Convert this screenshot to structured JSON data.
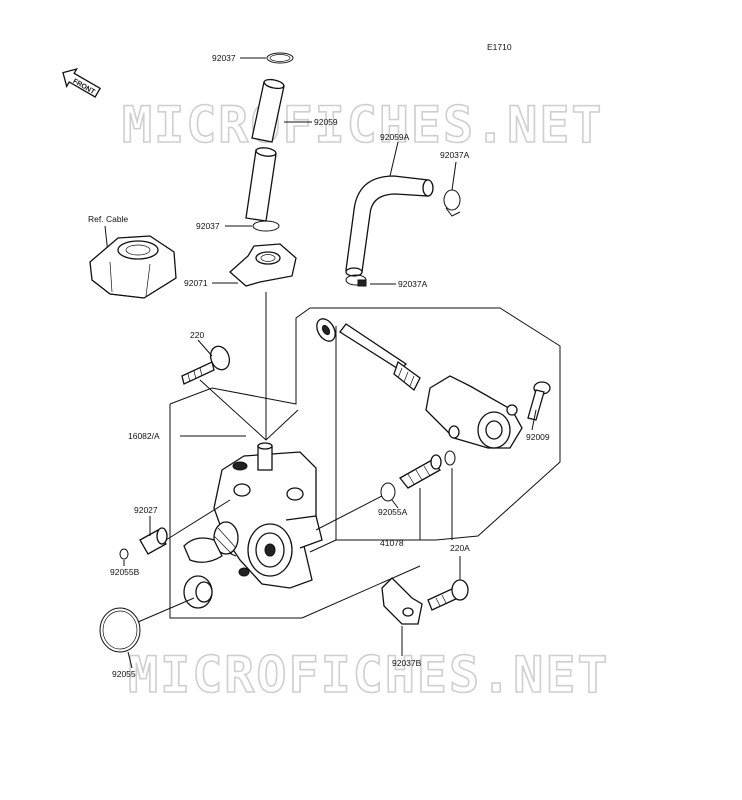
{
  "diagram_code": "E1710",
  "front_label": "FRONT",
  "watermark": "MICROFICHES.NET",
  "ref_cable_label": "Ref. Cable",
  "parts": {
    "p92037_top": "92037",
    "p92059": "92059",
    "p92037_mid": "92037",
    "p92071": "92071",
    "p92059A": "92059A",
    "p92037A_top": "92037A",
    "p92037A_bot": "92037A",
    "p220": "220",
    "p16082A": "16082/A",
    "p92009": "92009",
    "p92027": "92027",
    "p92055A": "92055A",
    "p41078": "41078",
    "p92055B": "92055B",
    "p220A": "220A",
    "p92055": "92055",
    "p92037B": "92037B"
  }
}
